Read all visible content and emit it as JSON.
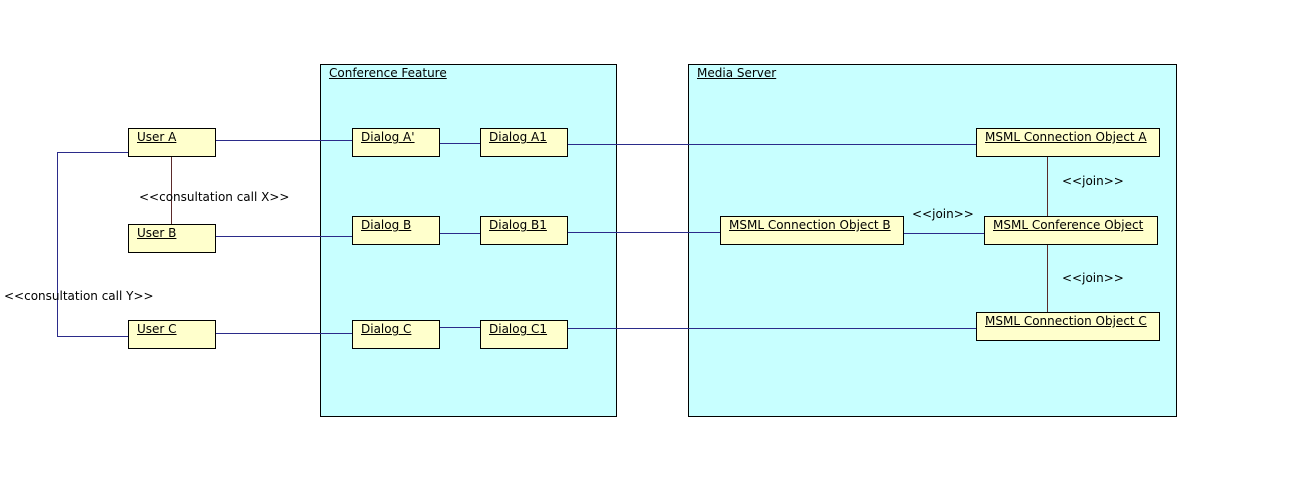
{
  "packages": {
    "conference": "Conference Feature",
    "media_server": "Media Server"
  },
  "objects": {
    "user_a": "User A",
    "user_b": "User B",
    "user_c": "User C",
    "dialog_a_prime": "Dialog A'",
    "dialog_b": "Dialog B",
    "dialog_c": "Dialog C",
    "dialog_a1": "Dialog A1",
    "dialog_b1": "Dialog B1",
    "dialog_c1": "Dialog C1",
    "msml_conn_a": "MSML Connection Object A",
    "msml_conn_b": "MSML Connection Object B",
    "msml_conn_c": "MSML Connection Object C",
    "msml_conference": "MSML Conference Object"
  },
  "labels": {
    "consult_x": "<<consultation call X>>",
    "consult_y": "<<consultation call Y>>",
    "join_top": "<<join>>",
    "join_mid": "<<join>>",
    "join_bottom": "<<join>>"
  },
  "colors": {
    "package_fill": "#c8ffff",
    "object_fill": "#ffffcc",
    "link_color": "#2b2b8a",
    "join_link_color": "#5a2a2a"
  }
}
